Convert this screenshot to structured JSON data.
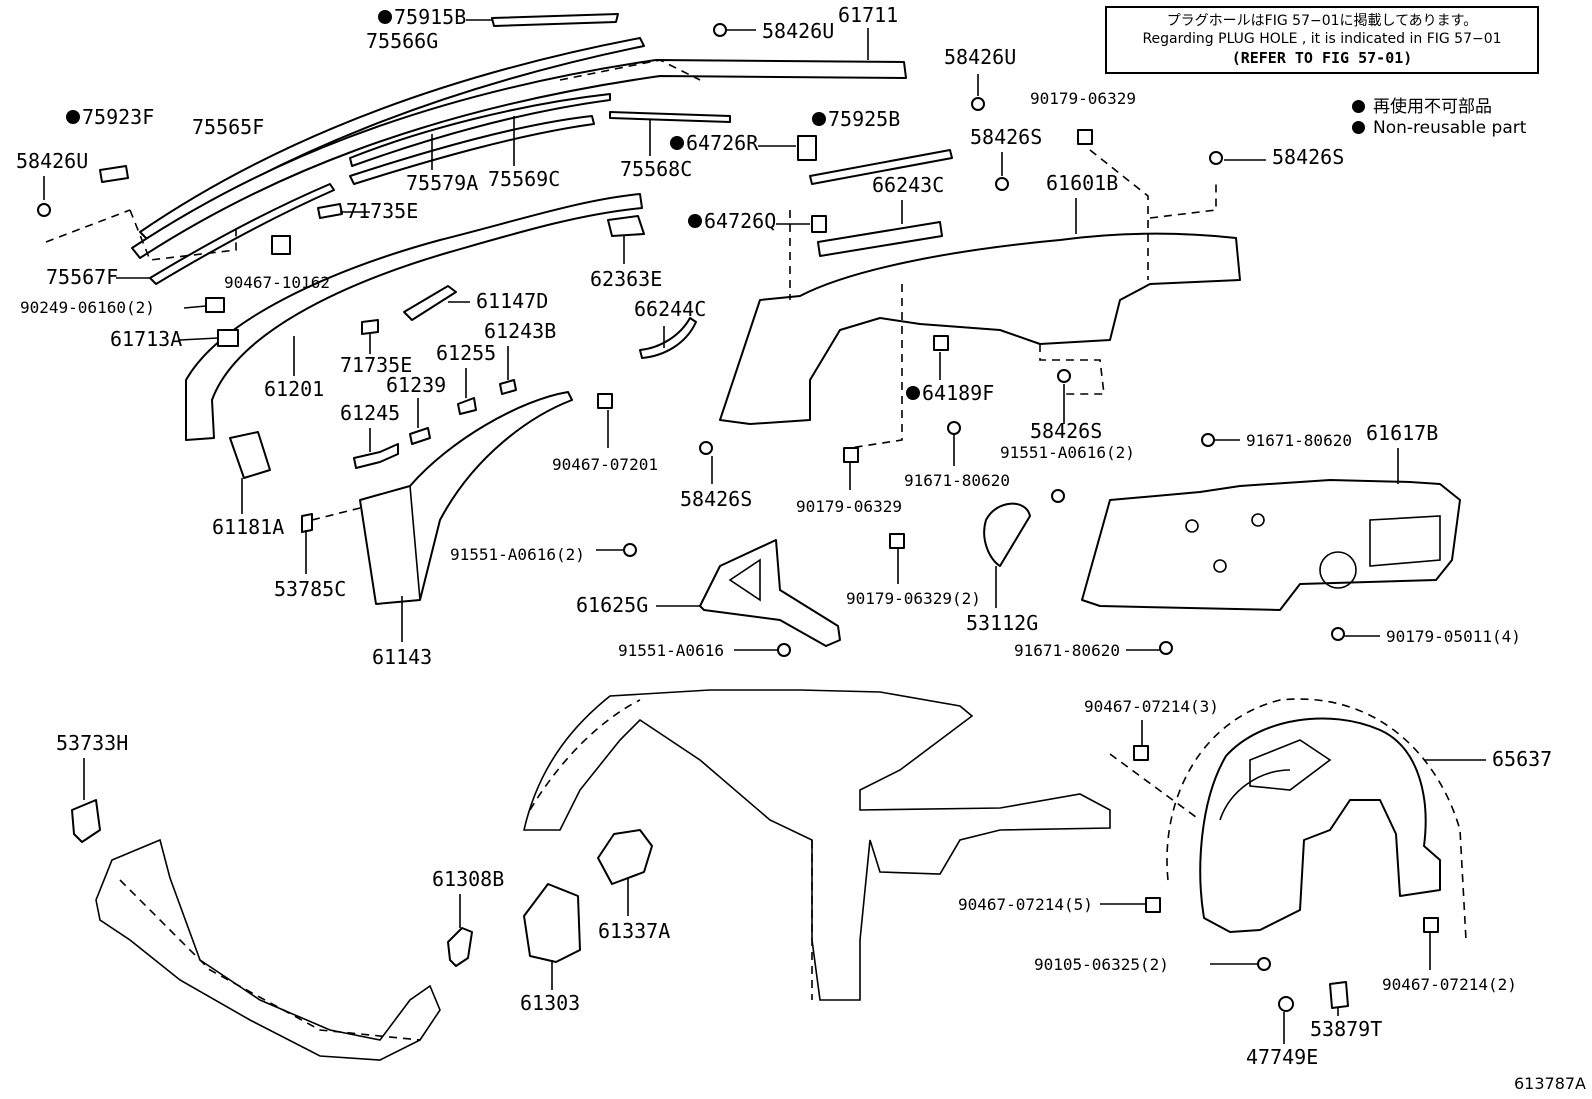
{
  "note": {
    "japanese": "プラグホールはFIG 57−01に掲載してあります。",
    "english": "Regarding PLUG HOLE , it is indicated in FIG 57−01",
    "reference": "(REFER TO FIG 57-01)"
  },
  "legend": {
    "japanese": "再使用不可部品",
    "english": "Non-reusable part"
  },
  "figure_id": "613787A",
  "parts": [
    {
      "id": "p1",
      "code": "75915B",
      "nonreusable": true
    },
    {
      "id": "p2",
      "code": "75566G",
      "nonreusable": false
    },
    {
      "id": "p3",
      "code": "58426U",
      "nonreusable": false
    },
    {
      "id": "p4",
      "code": "61711",
      "nonreusable": false
    },
    {
      "id": "p5",
      "code": "58426U",
      "nonreusable": false
    },
    {
      "id": "p6",
      "code": "75923F",
      "nonreusable": true
    },
    {
      "id": "p7",
      "code": "75565F",
      "nonreusable": false
    },
    {
      "id": "p8",
      "code": "58426U",
      "nonreusable": false
    },
    {
      "id": "p9",
      "code": "90179-06329",
      "nonreusable": false
    },
    {
      "id": "p10",
      "code": "75925B",
      "nonreusable": true
    },
    {
      "id": "p11",
      "code": "64726R",
      "nonreusable": true
    },
    {
      "id": "p12",
      "code": "58426S",
      "nonreusable": false
    },
    {
      "id": "p13",
      "code": "58426S",
      "nonreusable": false
    },
    {
      "id": "p14",
      "code": "75579A",
      "nonreusable": false
    },
    {
      "id": "p15",
      "code": "75569C",
      "nonreusable": false
    },
    {
      "id": "p16",
      "code": "75568C",
      "nonreusable": false
    },
    {
      "id": "p17",
      "code": "71735E",
      "nonreusable": false
    },
    {
      "id": "p18",
      "code": "66243C",
      "nonreusable": false
    },
    {
      "id": "p19",
      "code": "61601B",
      "nonreusable": false
    },
    {
      "id": "p20",
      "code": "64726Q",
      "nonreusable": true
    },
    {
      "id": "p21",
      "code": "62363E",
      "nonreusable": false
    },
    {
      "id": "p22",
      "code": "75567F",
      "nonreusable": false
    },
    {
      "id": "p23",
      "code": "90467-10162",
      "nonreusable": false
    },
    {
      "id": "p24",
      "code": "90249-06160(2)",
      "nonreusable": false
    },
    {
      "id": "p25",
      "code": "61147D",
      "nonreusable": false
    },
    {
      "id": "p26",
      "code": "66244C",
      "nonreusable": false
    },
    {
      "id": "p27",
      "code": "61243B",
      "nonreusable": false
    },
    {
      "id": "p28",
      "code": "61713A",
      "nonreusable": false
    },
    {
      "id": "p29",
      "code": "61255",
      "nonreusable": false
    },
    {
      "id": "p30",
      "code": "71735E",
      "nonreusable": false
    },
    {
      "id": "p31",
      "code": "61239",
      "nonreusable": false
    },
    {
      "id": "p32",
      "code": "61201",
      "nonreusable": false
    },
    {
      "id": "p33",
      "code": "64189F",
      "nonreusable": true
    },
    {
      "id": "p34",
      "code": "61245",
      "nonreusable": false
    },
    {
      "id": "p35",
      "code": "58426S",
      "nonreusable": false
    },
    {
      "id": "p36",
      "code": "90467-07201",
      "nonreusable": false
    },
    {
      "id": "p37",
      "code": "91551-A0616(2)",
      "nonreusable": false
    },
    {
      "id": "p38",
      "code": "91671-80620",
      "nonreusable": false
    },
    {
      "id": "p39",
      "code": "61617B",
      "nonreusable": false
    },
    {
      "id": "p40",
      "code": "91671-80620",
      "nonreusable": false
    },
    {
      "id": "p41",
      "code": "58426S",
      "nonreusable": false
    },
    {
      "id": "p42",
      "code": "90179-06329",
      "nonreusable": false
    },
    {
      "id": "p43",
      "code": "61181A",
      "nonreusable": false
    },
    {
      "id": "p44",
      "code": "91551-A0616(2)",
      "nonreusable": false
    },
    {
      "id": "p45",
      "code": "53785C",
      "nonreusable": false
    },
    {
      "id": "p46",
      "code": "61625G",
      "nonreusable": false
    },
    {
      "id": "p47",
      "code": "90179-06329(2)",
      "nonreusable": false
    },
    {
      "id": "p48",
      "code": "53112G",
      "nonreusable": false
    },
    {
      "id": "p49",
      "code": "90179-05011(4)",
      "nonreusable": false
    },
    {
      "id": "p50",
      "code": "91551-A0616",
      "nonreusable": false
    },
    {
      "id": "p51",
      "code": "91671-80620",
      "nonreusable": false
    },
    {
      "id": "p52",
      "code": "61143",
      "nonreusable": false
    },
    {
      "id": "p53",
      "code": "90467-07214(3)",
      "nonreusable": false
    },
    {
      "id": "p54",
      "code": "53733H",
      "nonreusable": false
    },
    {
      "id": "p55",
      "code": "65637",
      "nonreusable": false
    },
    {
      "id": "p56",
      "code": "61308B",
      "nonreusable": false
    },
    {
      "id": "p57",
      "code": "61337A",
      "nonreusable": false
    },
    {
      "id": "p58",
      "code": "90467-07214(5)",
      "nonreusable": false
    },
    {
      "id": "p59",
      "code": "90105-06325(2)",
      "nonreusable": false
    },
    {
      "id": "p60",
      "code": "90467-07214(2)",
      "nonreusable": false
    },
    {
      "id": "p61",
      "code": "61303",
      "nonreusable": false
    },
    {
      "id": "p62",
      "code": "53879T",
      "nonreusable": false
    },
    {
      "id": "p63",
      "code": "47749E",
      "nonreusable": false
    }
  ]
}
